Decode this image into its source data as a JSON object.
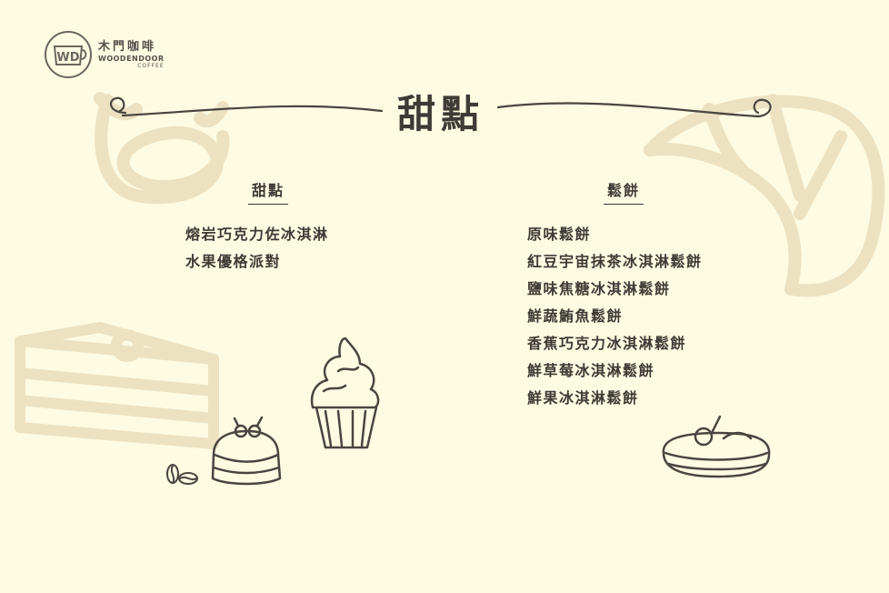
{
  "brand": {
    "name_cn": "木門咖啡",
    "name_en": "WOODENDOOR",
    "sub": "COFFEE",
    "monogram": "WD"
  },
  "page": {
    "title": "甜點"
  },
  "sections": [
    {
      "heading": "甜點",
      "items": [
        "熔岩巧克力佐冰淇淋",
        "水果優格派對"
      ]
    },
    {
      "heading": "鬆餅",
      "items": [
        "原味鬆餅",
        "紅豆宇宙抹茶冰淇淋鬆餅",
        "鹽味焦糖冰淇淋鬆餅",
        "鮮蔬鮪魚鬆餅",
        "香蕉巧克力冰淇淋鬆餅",
        "鮮草莓冰淇淋鬆餅",
        "鮮果冰淇淋鬆餅"
      ]
    }
  ],
  "illustrations": [
    "pretzel-icon",
    "croissant-icon",
    "cake-slice-icon",
    "cupcake-icon",
    "cherry-cake-icon",
    "coffee-beans-icon",
    "eclair-icon"
  ],
  "colors": {
    "background": "#fdfbe2",
    "text": "#3e3a35",
    "faded_illustration": "#ede3c0"
  }
}
